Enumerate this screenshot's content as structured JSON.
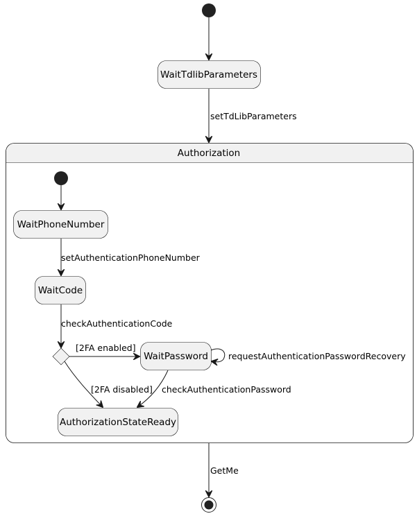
{
  "diagram": {
    "type": "state-diagram",
    "states": {
      "wait_tdlib_parameters": "WaitTdlibParameters",
      "authorization": "Authorization",
      "wait_phone_number": "WaitPhoneNumber",
      "wait_code": "WaitCode",
      "wait_password": "WaitPassword",
      "authorization_state_ready": "AuthorizationStateReady"
    },
    "transitions": {
      "set_tdlib_parameters": "setTdLibParameters",
      "set_authentication_phone_number": "setAuthenticationPhoneNumber",
      "check_authentication_code": "checkAuthenticationCode",
      "two_fa_enabled": "[2FA enabled]",
      "two_fa_disabled": "[2FA disabled]",
      "request_password_recovery": "requestAuthenticationPasswordRecovery",
      "check_authentication_password": "checkAuthenticationPassword",
      "get_me": "GetMe"
    },
    "colors": {
      "state_fill": "#f1f1f1",
      "stroke": "#181818",
      "initial_node": "#222222"
    }
  }
}
